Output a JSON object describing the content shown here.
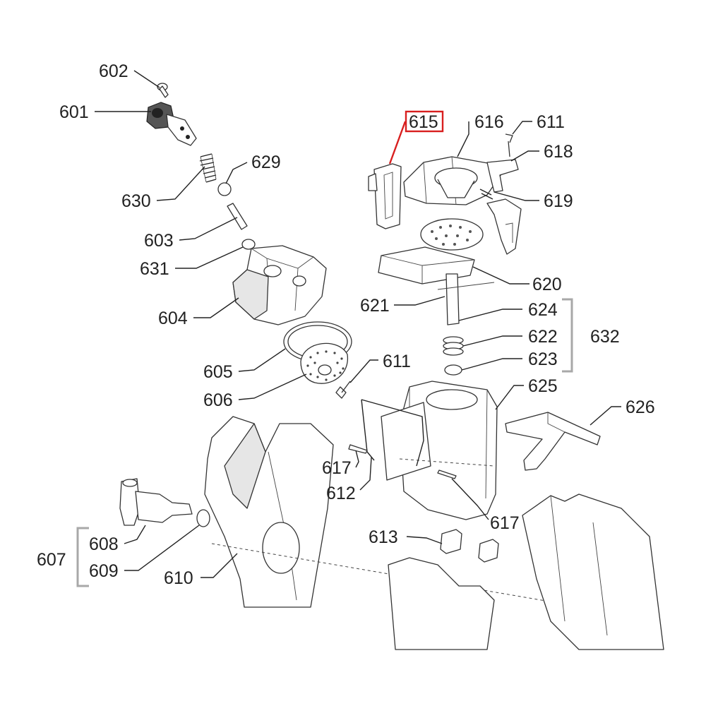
{
  "highlight_color": "#d81f1f",
  "bracket_color": "#a8a8a8",
  "labels": {
    "p601": "601",
    "p602": "602",
    "p603": "603",
    "p604": "604",
    "p605": "605",
    "p606": "606",
    "p607": "607",
    "p608": "608",
    "p609": "609",
    "p610": "610",
    "p611a": "611",
    "p611b": "611",
    "p612": "612",
    "p613": "613",
    "p615": "615",
    "p616": "616",
    "p617a": "617",
    "p617b": "617",
    "p618": "618",
    "p619": "619",
    "p620": "620",
    "p621": "621",
    "p622": "622",
    "p623": "623",
    "p624": "624",
    "p625": "625",
    "p626": "626",
    "p629": "629",
    "p630": "630",
    "p631": "631",
    "p632": "632"
  }
}
